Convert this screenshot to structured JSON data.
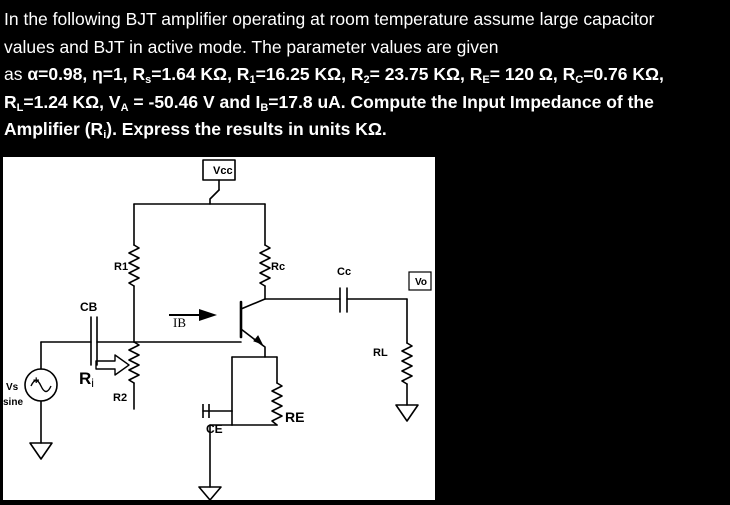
{
  "question": {
    "l1": "In the following BJT amplifier operating at room temperature assume large capacitor",
    "l2": "values and BJT in active mode. The parameter values are given",
    "l3": {
      "a1": "as ",
      "a2": "α=0.98, η=1, R",
      "a3": "s",
      "a4": "=1.64 KΩ, R",
      "a5": "1",
      "a6": "=16.25 KΩ, R",
      "a7": "2",
      "a8": "= 23.75 KΩ, R",
      "a9": "E",
      "a10": "= 120 Ω, R",
      "a11": "C",
      "a12": "=0.76 KΩ,"
    },
    "l4": {
      "a1": "R",
      "a2": "L",
      "a3": "=1.24 KΩ, V",
      "a4": "A",
      "a5": " = -50.46 V  and I",
      "a6": "B",
      "a7": "=17.8 uA. Compute the Input Impedance of the"
    },
    "l5": {
      "a1": "Amplifier (R",
      "a2": "i",
      "a3": "). Express the results in units KΩ."
    }
  },
  "circuit": {
    "vcc": "Vcc",
    "r1": "R1",
    "rc": "Rc",
    "cc": "Cc",
    "vo": "Vo",
    "cb": "CB",
    "ib": "IB",
    "rl": "RL",
    "ri_r": "R",
    "ri_i": "i",
    "r2": "R2",
    "vs": "Vs",
    "sine": "sine",
    "ce": "CE",
    "re": "RE"
  }
}
